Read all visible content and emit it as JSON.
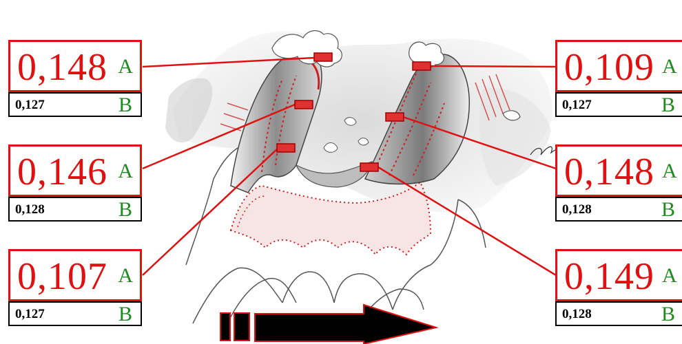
{
  "colors": {
    "measure_red": "#e01010",
    "label_green": "#1e8a1e",
    "arrow": "#000000"
  },
  "callouts": [
    {
      "side": "left",
      "a_value": "0,148",
      "a_label": "A",
      "b_value": "0,127",
      "b_label": "B"
    },
    {
      "side": "left",
      "a_value": "0,146",
      "a_label": "A",
      "b_value": "0,128",
      "b_label": "B"
    },
    {
      "side": "left",
      "a_value": "0,107",
      "a_label": "A",
      "b_value": "0,127",
      "b_label": "B"
    },
    {
      "side": "right",
      "a_value": "0,109",
      "a_label": "A",
      "b_value": "0,127",
      "b_label": "B"
    },
    {
      "side": "right",
      "a_value": "0,148",
      "a_label": "A",
      "b_value": "0,128",
      "b_label": "B"
    },
    {
      "side": "right",
      "a_value": "0,149",
      "a_label": "A",
      "b_value": "0,128",
      "b_label": "B"
    }
  ],
  "illustration": {
    "subject": "tooth cross-section sketch with measurement sites",
    "arrow_direction": "right"
  }
}
